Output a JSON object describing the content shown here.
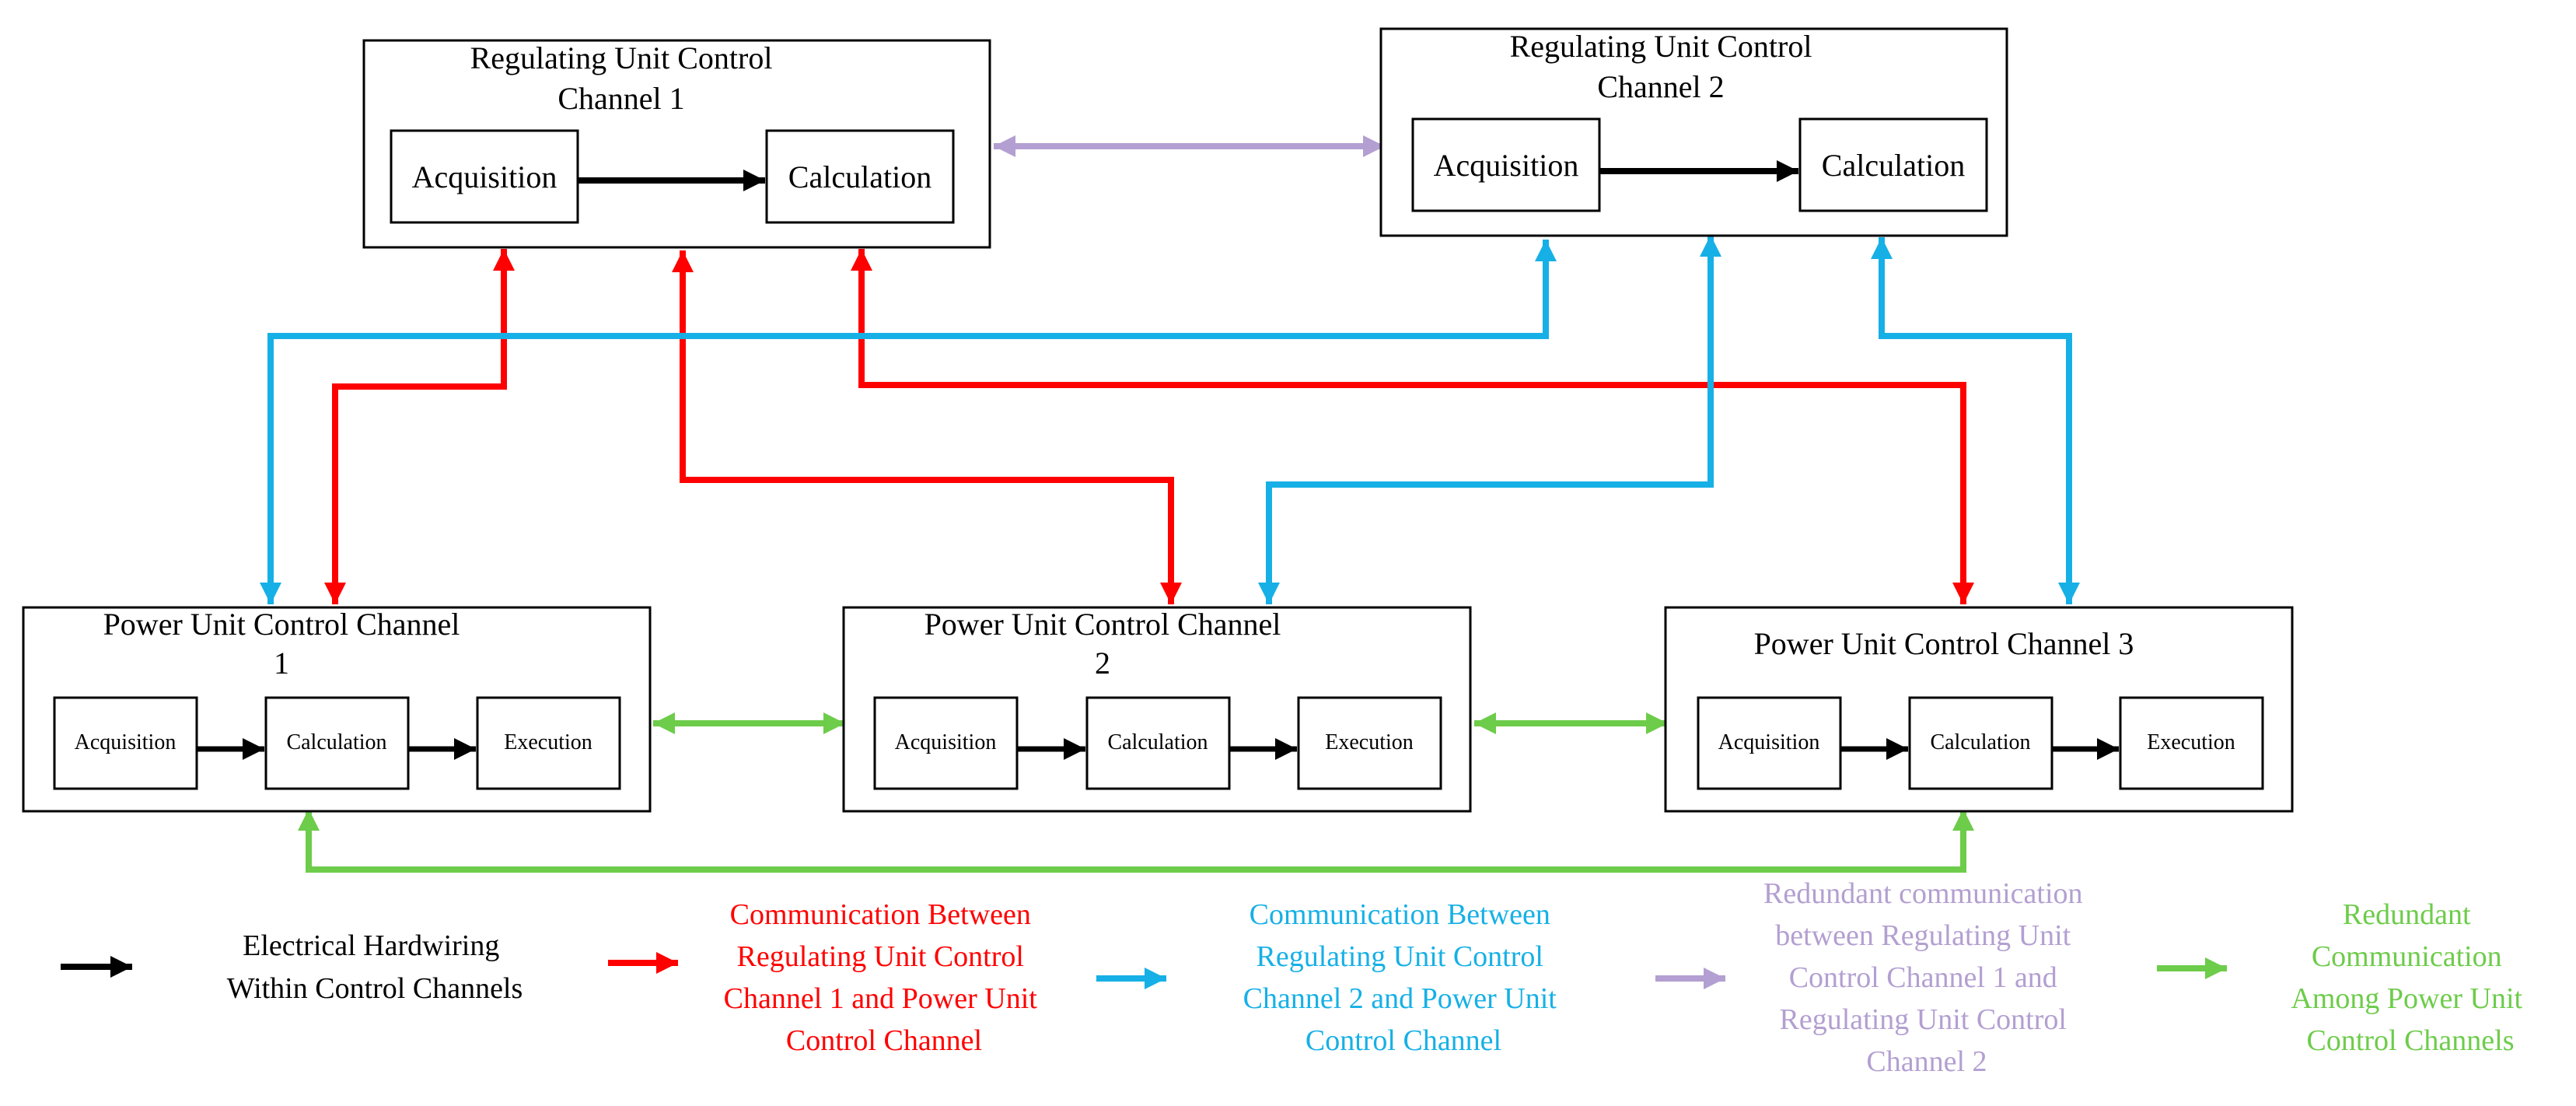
{
  "colors": {
    "hardwiring": "#000000",
    "ch1_to_power": "#ff0000",
    "ch2_to_power": "#16b0e6",
    "regulating_redundant": "#b39fd1",
    "power_redundant": "#6dcc4a"
  },
  "regulating_units": [
    {
      "title_1": "Regulating Unit Control",
      "title_2": "Channel 1",
      "acquisition": "Acquisition",
      "calculation": "Calculation"
    },
    {
      "title_1": "Regulating Unit Control",
      "title_2": "Channel 2",
      "acquisition": "Acquisition",
      "calculation": "Calculation"
    }
  ],
  "power_units": [
    {
      "title_1": "Power Unit Control Channel",
      "title_2": "1",
      "acquisition": "Acquisition",
      "calculation": "Calculation",
      "execution": "Execution"
    },
    {
      "title_1": "Power Unit Control Channel",
      "title_2": "2",
      "acquisition": "Acquisition",
      "calculation": "Calculation",
      "execution": "Execution"
    },
    {
      "title_1": "Power Unit Control Channel 3",
      "title_2": "",
      "acquisition": "Acquisition",
      "calculation": "Calculation",
      "execution": "Execution"
    }
  ],
  "legend": {
    "hardwiring": [
      "Electrical Hardwiring",
      "Within Control Channels"
    ],
    "ch1_to_power": [
      "Communication Between",
      "Regulating Unit Control",
      "Channel 1 and Power Unit",
      "Control Channel"
    ],
    "ch2_to_power": [
      "Communication Between",
      "Regulating Unit Control",
      "Channel 2 and Power Unit",
      "Control Channel"
    ],
    "regulating_redundant": [
      "Redundant communication",
      "between Regulating Unit",
      "Control Channel 1 and",
      "Regulating Unit Control",
      "Channel 2"
    ],
    "power_redundant": [
      "Redundant",
      "Communication",
      "Among Power Unit",
      "Control Channels"
    ]
  }
}
